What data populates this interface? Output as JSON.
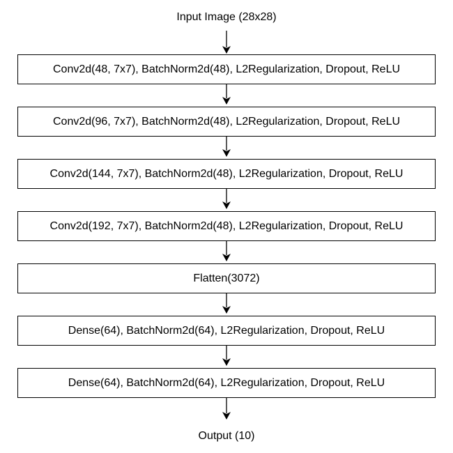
{
  "diagram": {
    "input_label": "Input Image (28x28)",
    "layers": [
      "Conv2d(48, 7x7), BatchNorm2d(48), L2Regularization, Dropout, ReLU",
      "Conv2d(96, 7x7), BatchNorm2d(48), L2Regularization, Dropout, ReLU",
      "Conv2d(144, 7x7), BatchNorm2d(48), L2Regularization, Dropout, ReLU",
      "Conv2d(192, 7x7), BatchNorm2d(48), L2Regularization, Dropout, ReLU",
      "Flatten(3072)",
      "Dense(64), BatchNorm2d(64), L2Regularization, Dropout, ReLU",
      "Dense(64), BatchNorm2d(64), L2Regularization, Dropout, ReLU"
    ],
    "output_label": "Output (10)"
  }
}
